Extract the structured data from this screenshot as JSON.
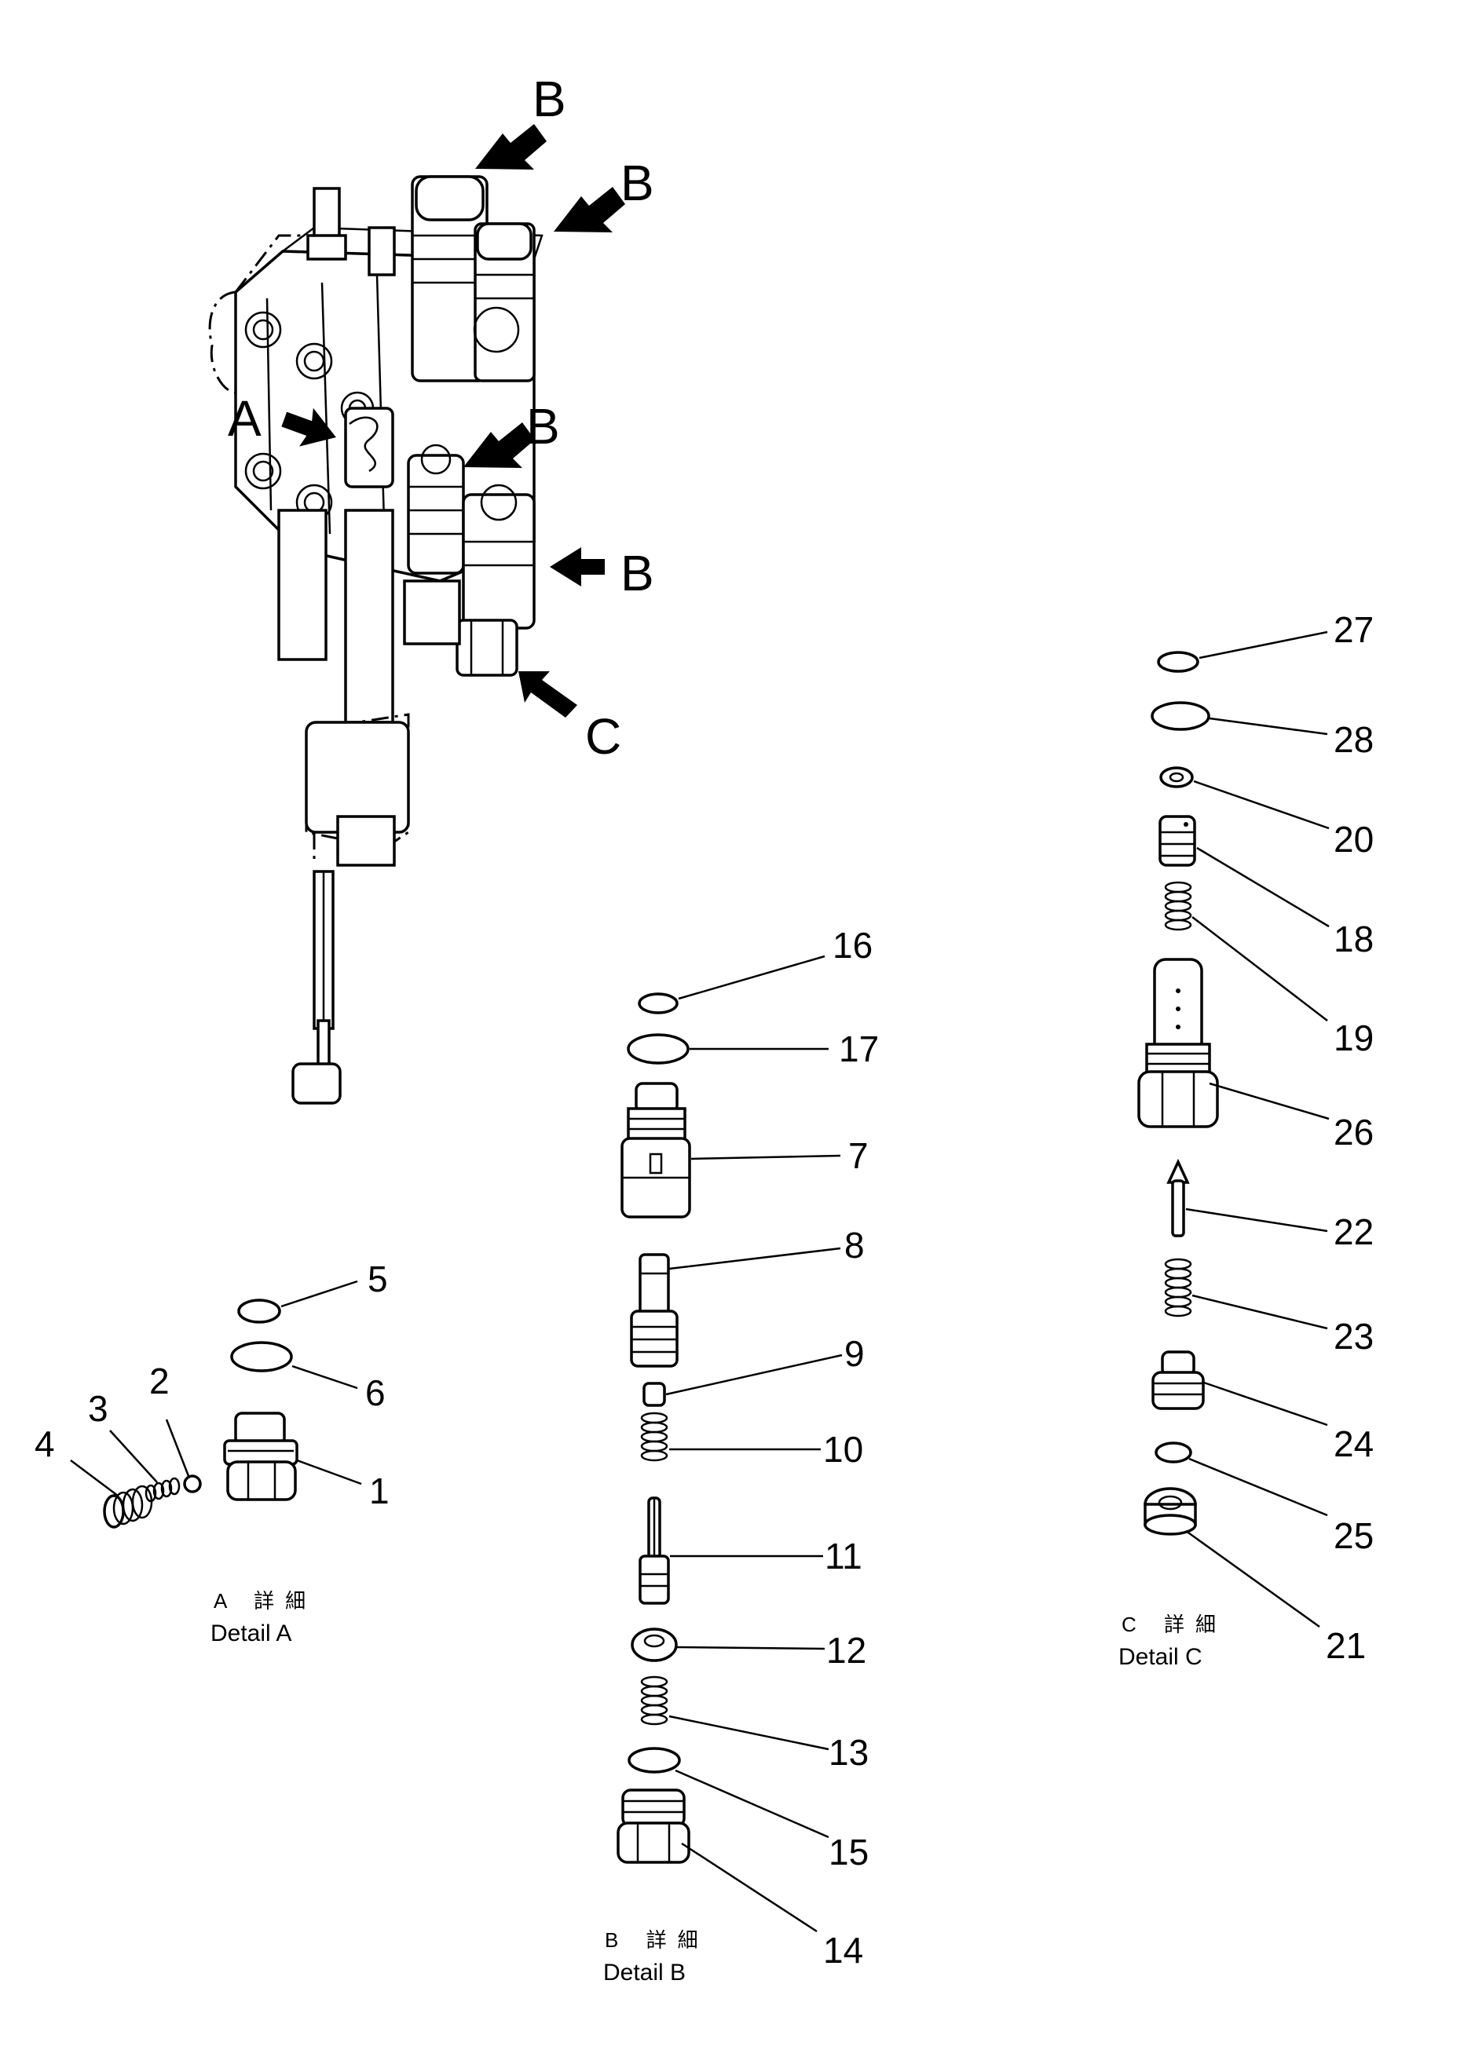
{
  "assembly": {
    "arrows": [
      {
        "id": "b1",
        "label": "B"
      },
      {
        "id": "b2",
        "label": "B"
      },
      {
        "id": "a",
        "label": "A"
      },
      {
        "id": "b3",
        "label": "B"
      },
      {
        "id": "b4",
        "label": "B"
      },
      {
        "id": "c",
        "label": "C"
      }
    ]
  },
  "detail_a": {
    "caption_jp": "A 詳細",
    "caption_en": "Detail A",
    "parts": [
      "1",
      "2",
      "3",
      "4",
      "5",
      "6"
    ]
  },
  "detail_b": {
    "caption_jp": "B 詳細",
    "caption_en": "Detail B",
    "parts": [
      "7",
      "8",
      "9",
      "10",
      "11",
      "12",
      "13",
      "14",
      "15",
      "16",
      "17"
    ]
  },
  "detail_c": {
    "caption_jp": "C 詳細",
    "caption_en": "Detail C",
    "parts": [
      "18",
      "19",
      "20",
      "21",
      "22",
      "23",
      "24",
      "25",
      "26",
      "27",
      "28"
    ]
  }
}
